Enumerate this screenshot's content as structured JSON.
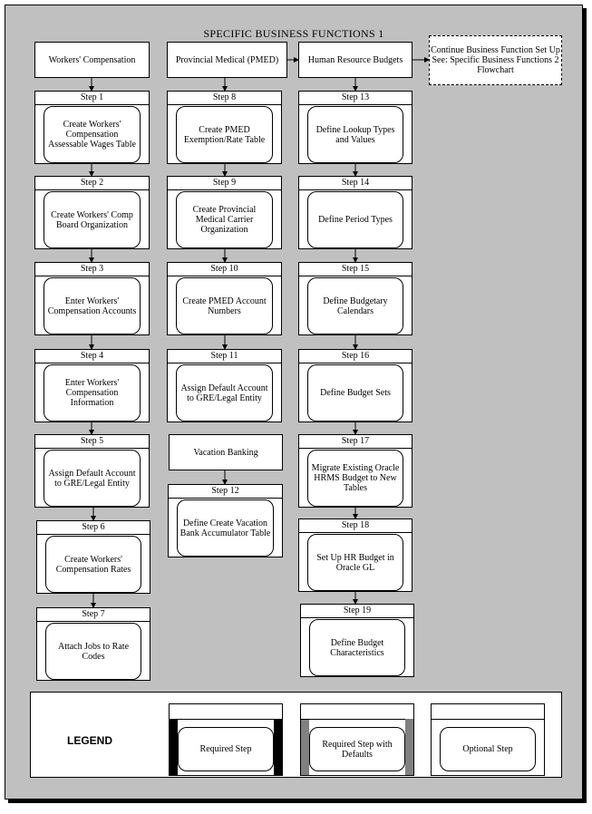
{
  "title": "SPECIFIC BUSINESS FUNCTIONS 1",
  "columns": [
    {
      "header": "Workers' Compensation",
      "steps": [
        {
          "label": "Step 1",
          "text": "Create Workers' Compensation Assessable Wages Table"
        },
        {
          "label": "Step 2",
          "text": "Create Workers' Comp Board Organization"
        },
        {
          "label": "Step 3",
          "text": "Enter Workers' Compensation Accounts"
        },
        {
          "label": "Step 4",
          "text": "Enter Workers' Compensation Information"
        },
        {
          "label": "Step 5",
          "text": "Assign Default Account to GRE/Legal Entity"
        },
        {
          "label": "Step 6",
          "text": "Create Workers' Compensation Rates"
        },
        {
          "label": "Step 7",
          "text": "Attach Jobs to Rate Codes"
        }
      ]
    },
    {
      "header": "Provincial Medical (PMED)",
      "steps": [
        {
          "label": "Step 8",
          "text": "Create PMED Exemption/Rate Table"
        },
        {
          "label": "Step 9",
          "text": "Create Provincial Medical Carrier Organization"
        },
        {
          "label": "Step 10",
          "text": "Create PMED Account Numbers"
        },
        {
          "label": "Step 11",
          "text": "Assign Default Account to GRE/Legal Entity"
        }
      ],
      "sub_header": "Vacation Banking",
      "sub_steps": [
        {
          "label": "Step 12",
          "text": "Define Create Vacation Bank Accumulator Table"
        }
      ]
    },
    {
      "header": "Human Resource Budgets",
      "steps": [
        {
          "label": "Step 13",
          "text": "Define Lookup Types and Values"
        },
        {
          "label": "Step 14",
          "text": "Define Period Types"
        },
        {
          "label": "Step 15",
          "text": "Define Budgetary Calendars"
        },
        {
          "label": "Step 16",
          "text": "Define Budget Sets"
        },
        {
          "label": "Step 17",
          "text": "Migrate Existing Oracle HRMS Budget to New Tables"
        },
        {
          "label": "Step 18",
          "text": "Set Up HR Budget in Oracle GL"
        },
        {
          "label": "Step 19",
          "text": "Define Budget Characteristics"
        }
      ]
    }
  ],
  "continue_box": {
    "line1": "Continue Business Function Set Up",
    "line2": "See: Specific Business Functions 2 Flowchart"
  },
  "legend": {
    "title": "LEGEND",
    "items": [
      {
        "text": "Required Step",
        "style": "required"
      },
      {
        "text": "Required Step with Defaults",
        "style": "defaults"
      },
      {
        "text": "Optional Step",
        "style": "optional"
      }
    ]
  }
}
